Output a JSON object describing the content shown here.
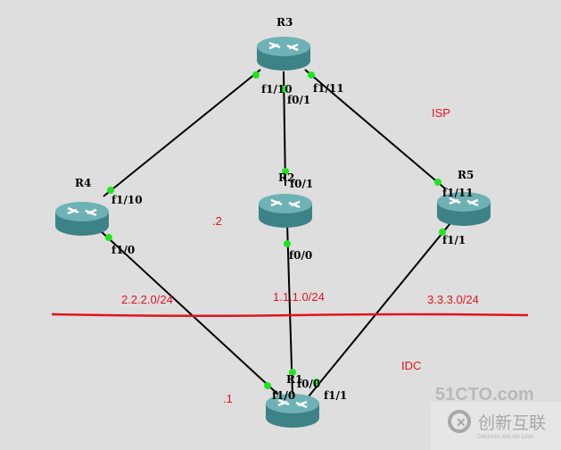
{
  "colors": {
    "background": "#dedede",
    "router": "#4c9a9e",
    "link": "#000000",
    "port_dot": "#1ee61e",
    "annotation": "#e0141e"
  },
  "routers": [
    {
      "id": "r3",
      "name": "R3"
    },
    {
      "id": "r4",
      "name": "R4"
    },
    {
      "id": "r2",
      "name": "R2"
    },
    {
      "id": "r5",
      "name": "R5"
    },
    {
      "id": "r1",
      "name": "R1"
    }
  ],
  "ports": {
    "r3_f1_10": "f1/10",
    "r3_f0_1": "f0/1",
    "r3_f1_11": "f1/11",
    "r4_f1_10": "f1/10",
    "r4_f1_0": "f1/0",
    "r2_f0_1": "f0/1",
    "r2_f0_0": "f0/0",
    "r5_f1_11": "f1/11",
    "r5_f1_1": "f1/1",
    "r1_f1_0": "f1/0",
    "r1_f0_0": "f0/0",
    "r1_f1_1": "f1/1"
  },
  "annotations": {
    "isp": "ISP",
    "idc": "IDC",
    "host2": ".2",
    "host1": ".1",
    "net_left": "2.2.2.0/24",
    "net_mid": "1.1.1.0/24",
    "net_right": "3.3.3.0/24"
  },
  "watermark": {
    "top": "51CTO.com",
    "brand_cn": "创新互联",
    "brand_en": "CHUANG XIN HU LIAN"
  }
}
